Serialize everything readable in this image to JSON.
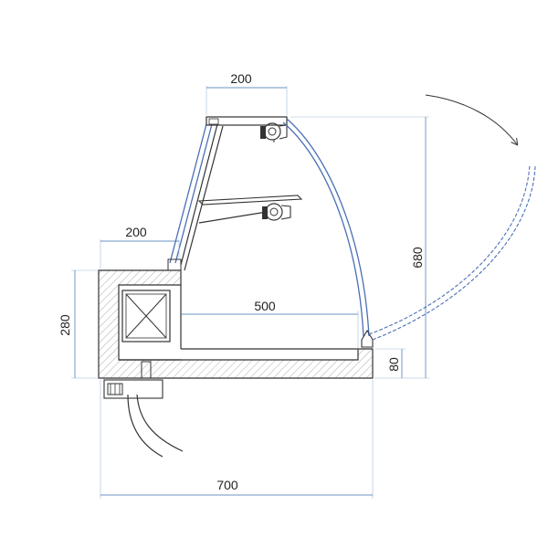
{
  "dimensions": {
    "top_width": "200",
    "mid_width": "200",
    "shelf_depth": "500",
    "total_height": "680",
    "base_height": "280",
    "front_height": "80",
    "total_width": "700"
  },
  "colors": {
    "dimension_line": "#3a6fb0",
    "glass": "#4a6fb5",
    "outline": "#333333"
  }
}
